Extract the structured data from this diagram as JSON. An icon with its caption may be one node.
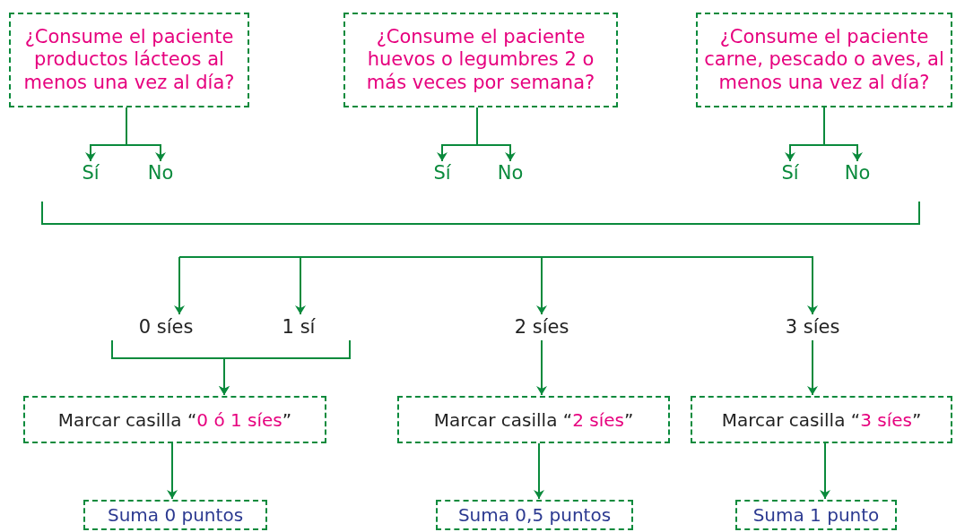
{
  "diagram": {
    "nodes": [
      {
        "text": [
          "¿Consume el paciente productos lácteos al menos una vez al día?"
        ]
      },
      {
        "text": [
          "¿Consume el paciente huevos o legumbres 2 o más veces por semana?"
        ]
      },
      {
        "text": [
          "¿Consume el paciente carne, pescado o aves, al menos una vez al día?"
        ]
      },
      {
        "text": [
          "Sí"
        ]
      },
      {
        "text": [
          "No"
        ]
      },
      {
        "text": [
          "Sí"
        ]
      },
      {
        "text": [
          "No"
        ]
      },
      {
        "text": [
          "Sí"
        ]
      },
      {
        "text": [
          "No"
        ]
      },
      {
        "text": [
          "0 síes"
        ]
      },
      {
        "text": [
          "1 sí"
        ]
      },
      {
        "text": [
          "2 síes"
        ]
      },
      {
        "text": [
          "3 síes"
        ]
      },
      {
        "text": [
          "Marcar casilla “0 ó 1 síes”"
        ]
      },
      {
        "text": [
          "Marcar casilla “2 síes”"
        ]
      },
      {
        "text": [
          "Marcar casilla “3 síes”"
        ]
      },
      {
        "text": [
          "Suma 0 puntos"
        ]
      },
      {
        "text": [
          "Suma 0,5 puntos"
        ]
      },
      {
        "text": [
          "Suma 1 punto"
        ]
      }
    ],
    "edges": [
      {
        "from": 0,
        "to": 3,
        "arrow": "to"
      },
      {
        "from": 0,
        "to": 4,
        "arrow": "to"
      },
      {
        "from": 1,
        "to": 5,
        "arrow": "to"
      },
      {
        "from": 1,
        "to": 6,
        "arrow": "to"
      },
      {
        "from": 2,
        "to": 7,
        "arrow": "to"
      },
      {
        "from": 2,
        "to": 8,
        "arrow": "to"
      },
      {
        "from": null,
        "to": 9,
        "arrow": "to"
      },
      {
        "from": null,
        "to": 10,
        "arrow": "to"
      },
      {
        "from": null,
        "to": 11,
        "arrow": "to"
      },
      {
        "from": null,
        "to": 12,
        "arrow": "to"
      },
      {
        "from": 9,
        "to": 13,
        "arrow": "to"
      },
      {
        "from": 10,
        "to": 13,
        "arrow": "to"
      },
      {
        "from": 11,
        "to": 14,
        "arrow": "to"
      },
      {
        "from": 12,
        "to": 15,
        "arrow": "to"
      },
      {
        "from": 13,
        "to": 16,
        "arrow": "to"
      },
      {
        "from": 14,
        "to": 17,
        "arrow": "to"
      },
      {
        "from": 15,
        "to": 18,
        "arrow": "to"
      }
    ]
  }
}
